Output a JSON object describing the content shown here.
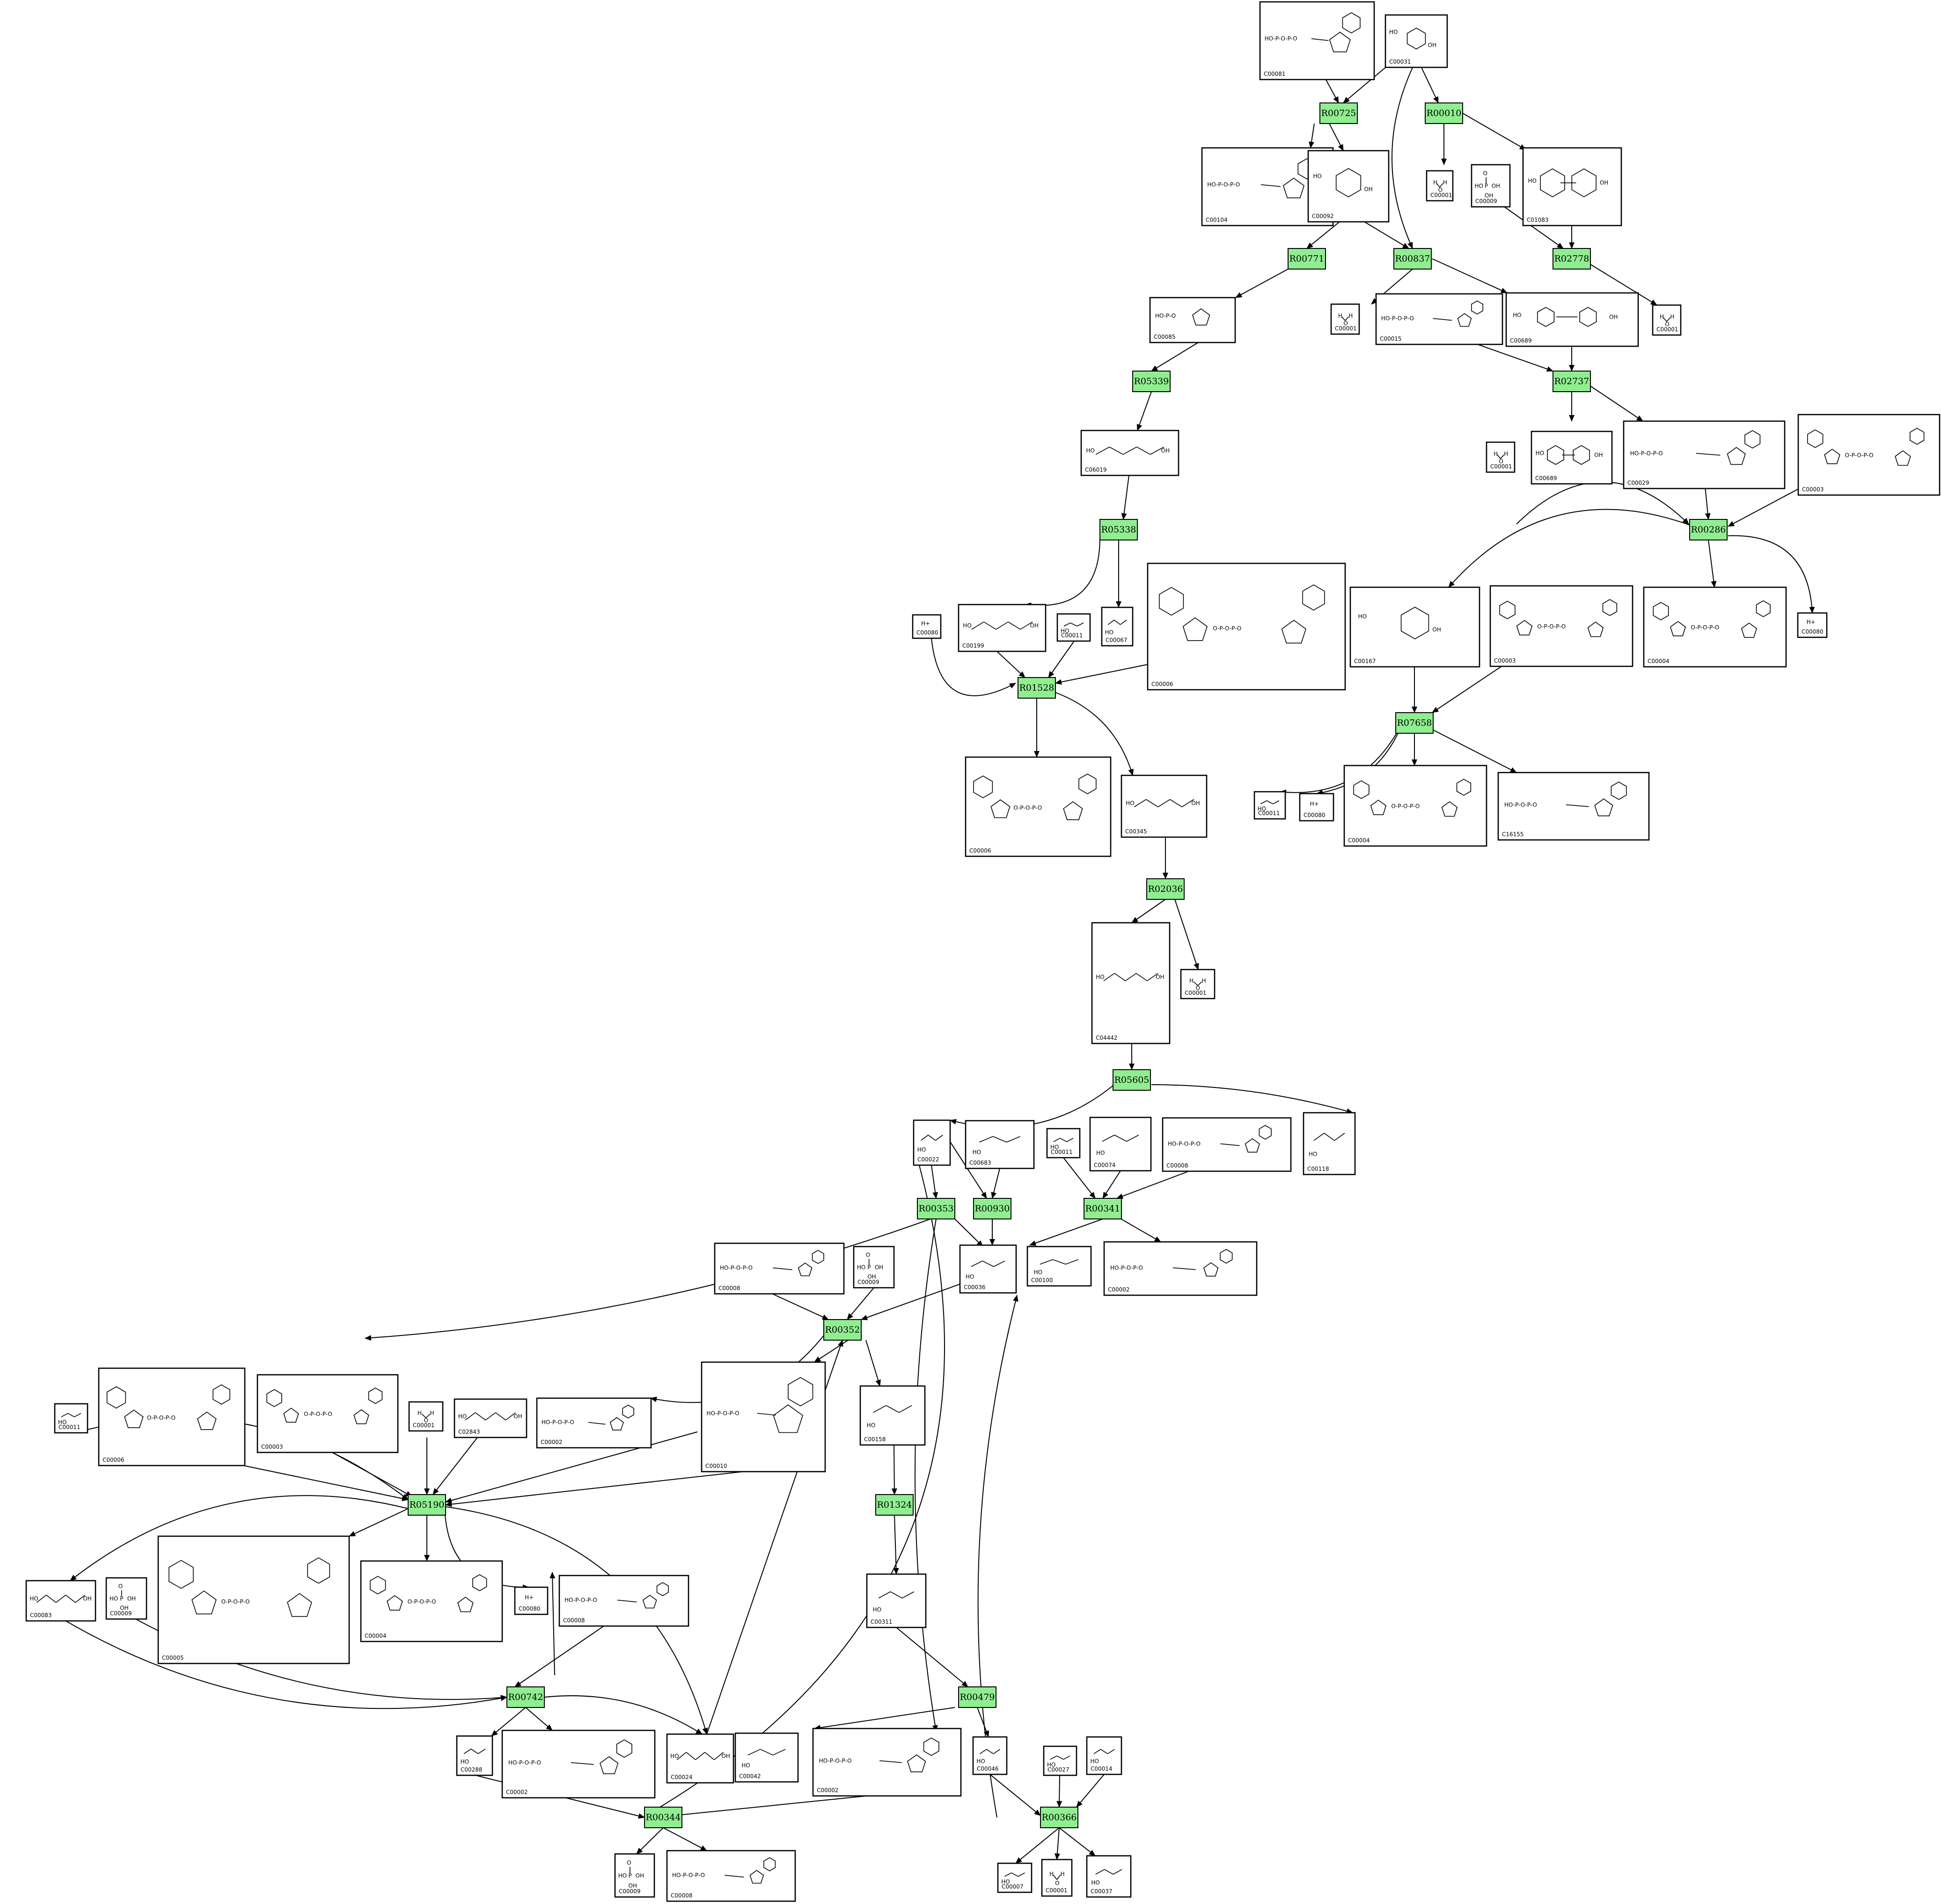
{
  "colors": {
    "reaction_fill": "#90ee90",
    "stroke": "#000000",
    "background": "#ffffff"
  },
  "reactions": [
    {
      "id": "R00725"
    },
    {
      "id": "R00010"
    },
    {
      "id": "R00771"
    },
    {
      "id": "R00837"
    },
    {
      "id": "R02778"
    },
    {
      "id": "R05339"
    },
    {
      "id": "R02737"
    },
    {
      "id": "R05338"
    },
    {
      "id": "R00286"
    },
    {
      "id": "R01528"
    },
    {
      "id": "R07658"
    },
    {
      "id": "R02036"
    },
    {
      "id": "R05605"
    },
    {
      "id": "R00353"
    },
    {
      "id": "R00930"
    },
    {
      "id": "R00341"
    },
    {
      "id": "R00352"
    },
    {
      "id": "R05190"
    },
    {
      "id": "R01324"
    },
    {
      "id": "R00742"
    },
    {
      "id": "R00479"
    },
    {
      "id": "R00344"
    },
    {
      "id": "R00366"
    }
  ],
  "compounds": [
    {
      "id": "C00081"
    },
    {
      "id": "C00031"
    },
    {
      "id": "C00104"
    },
    {
      "id": "C00092"
    },
    {
      "id": "C00001"
    },
    {
      "id": "C00009"
    },
    {
      "id": "C01083"
    },
    {
      "id": "C00085"
    },
    {
      "id": "C00001"
    },
    {
      "id": "C00015"
    },
    {
      "id": "C00689"
    },
    {
      "id": "C00001"
    },
    {
      "id": "C06019"
    },
    {
      "id": "C00001"
    },
    {
      "id": "C00689"
    },
    {
      "id": "C00029"
    },
    {
      "id": "C00003"
    },
    {
      "id": "C00080"
    },
    {
      "id": "C00199"
    },
    {
      "id": "C00011"
    },
    {
      "id": "C00067"
    },
    {
      "id": "C00006"
    },
    {
      "id": "C00167"
    },
    {
      "id": "C00003"
    },
    {
      "id": "C00004"
    },
    {
      "id": "C00080"
    },
    {
      "id": "C00006"
    },
    {
      "id": "C00345"
    },
    {
      "id": "C00011"
    },
    {
      "id": "C00080"
    },
    {
      "id": "C00004"
    },
    {
      "id": "C16155"
    },
    {
      "id": "C04442"
    },
    {
      "id": "C00001"
    },
    {
      "id": "C00022"
    },
    {
      "id": "C00683"
    },
    {
      "id": "C00011"
    },
    {
      "id": "C00074"
    },
    {
      "id": "C00008"
    },
    {
      "id": "C00118"
    },
    {
      "id": "C00008"
    },
    {
      "id": "C00009"
    },
    {
      "id": "C00036"
    },
    {
      "id": "C00100"
    },
    {
      "id": "C00002"
    },
    {
      "id": "C00006"
    },
    {
      "id": "C00003"
    },
    {
      "id": "C00011"
    },
    {
      "id": "C00001"
    },
    {
      "id": "C02843"
    },
    {
      "id": "C00002"
    },
    {
      "id": "C00010"
    },
    {
      "id": "C00158"
    },
    {
      "id": "C00083"
    },
    {
      "id": "C00009"
    },
    {
      "id": "C00005"
    },
    {
      "id": "C00004"
    },
    {
      "id": "C00080"
    },
    {
      "id": "C00008"
    },
    {
      "id": "C00311"
    },
    {
      "id": "C00288"
    },
    {
      "id": "C00002"
    },
    {
      "id": "C00024"
    },
    {
      "id": "C00042"
    },
    {
      "id": "C00002"
    },
    {
      "id": "C00046"
    },
    {
      "id": "C00027"
    },
    {
      "id": "C00014"
    },
    {
      "id": "C00009"
    },
    {
      "id": "C00008"
    },
    {
      "id": "C00007"
    },
    {
      "id": "C00001"
    },
    {
      "id": "C00037"
    }
  ]
}
